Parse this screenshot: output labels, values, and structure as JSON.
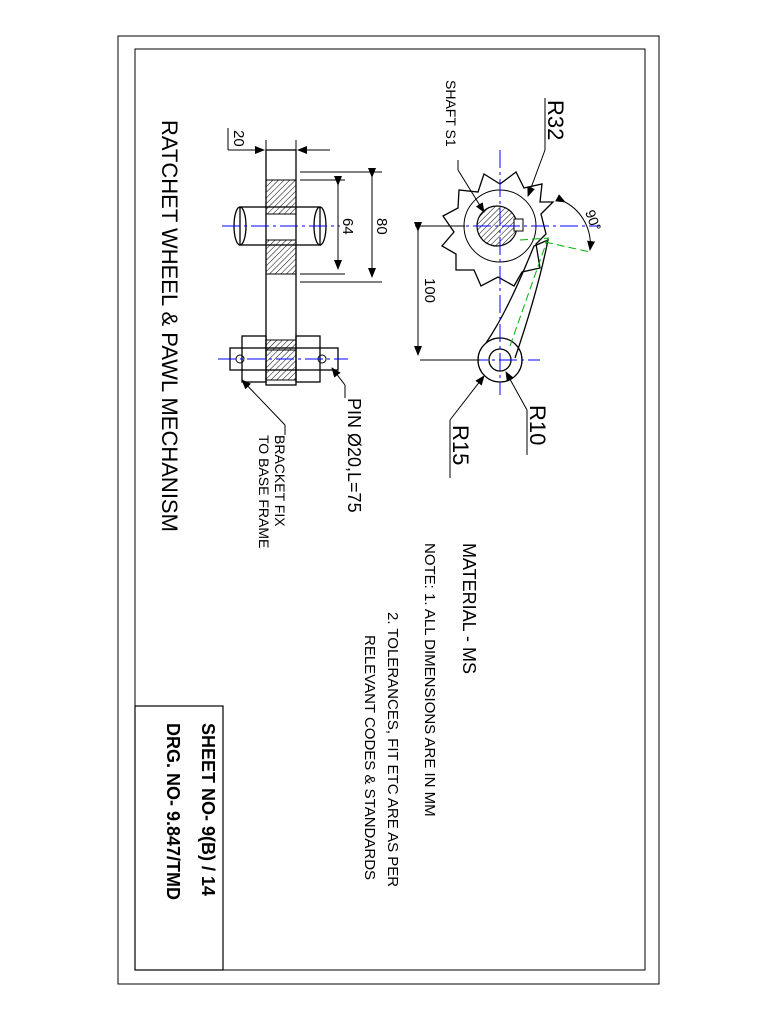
{
  "title": "RATCHET  WHEEL & PAWL MECHANISM",
  "labels": {
    "r32": "R32",
    "shaft": "SHAFT S1",
    "angle": "90°",
    "dim100": "100",
    "r10": "R10",
    "r15": "R15",
    "dim20": "20",
    "dim64": "64",
    "dim80": "80",
    "pin": "PIN Ø20,L=75",
    "bracket1": "BRACKET FIX",
    "bracket2": "TO BASE FRAME"
  },
  "material": "MATERIAL - MS",
  "notes": {
    "n1": "NOTE:  1. ALL DIMENSIONS ARE IN MM",
    "n2": "2. TOLERANCES, FIT ETC ARE  AS PER",
    "n3": "RELEVANT CODES & STANDARDS"
  },
  "title_block": {
    "sheet": "SHEET NO- 9(B) / 14",
    "drg": "DRG. NO- 9.847/TMD"
  },
  "colors": {
    "centerline": "#0000ff",
    "construction": "#00b000",
    "ink": "#000000"
  }
}
